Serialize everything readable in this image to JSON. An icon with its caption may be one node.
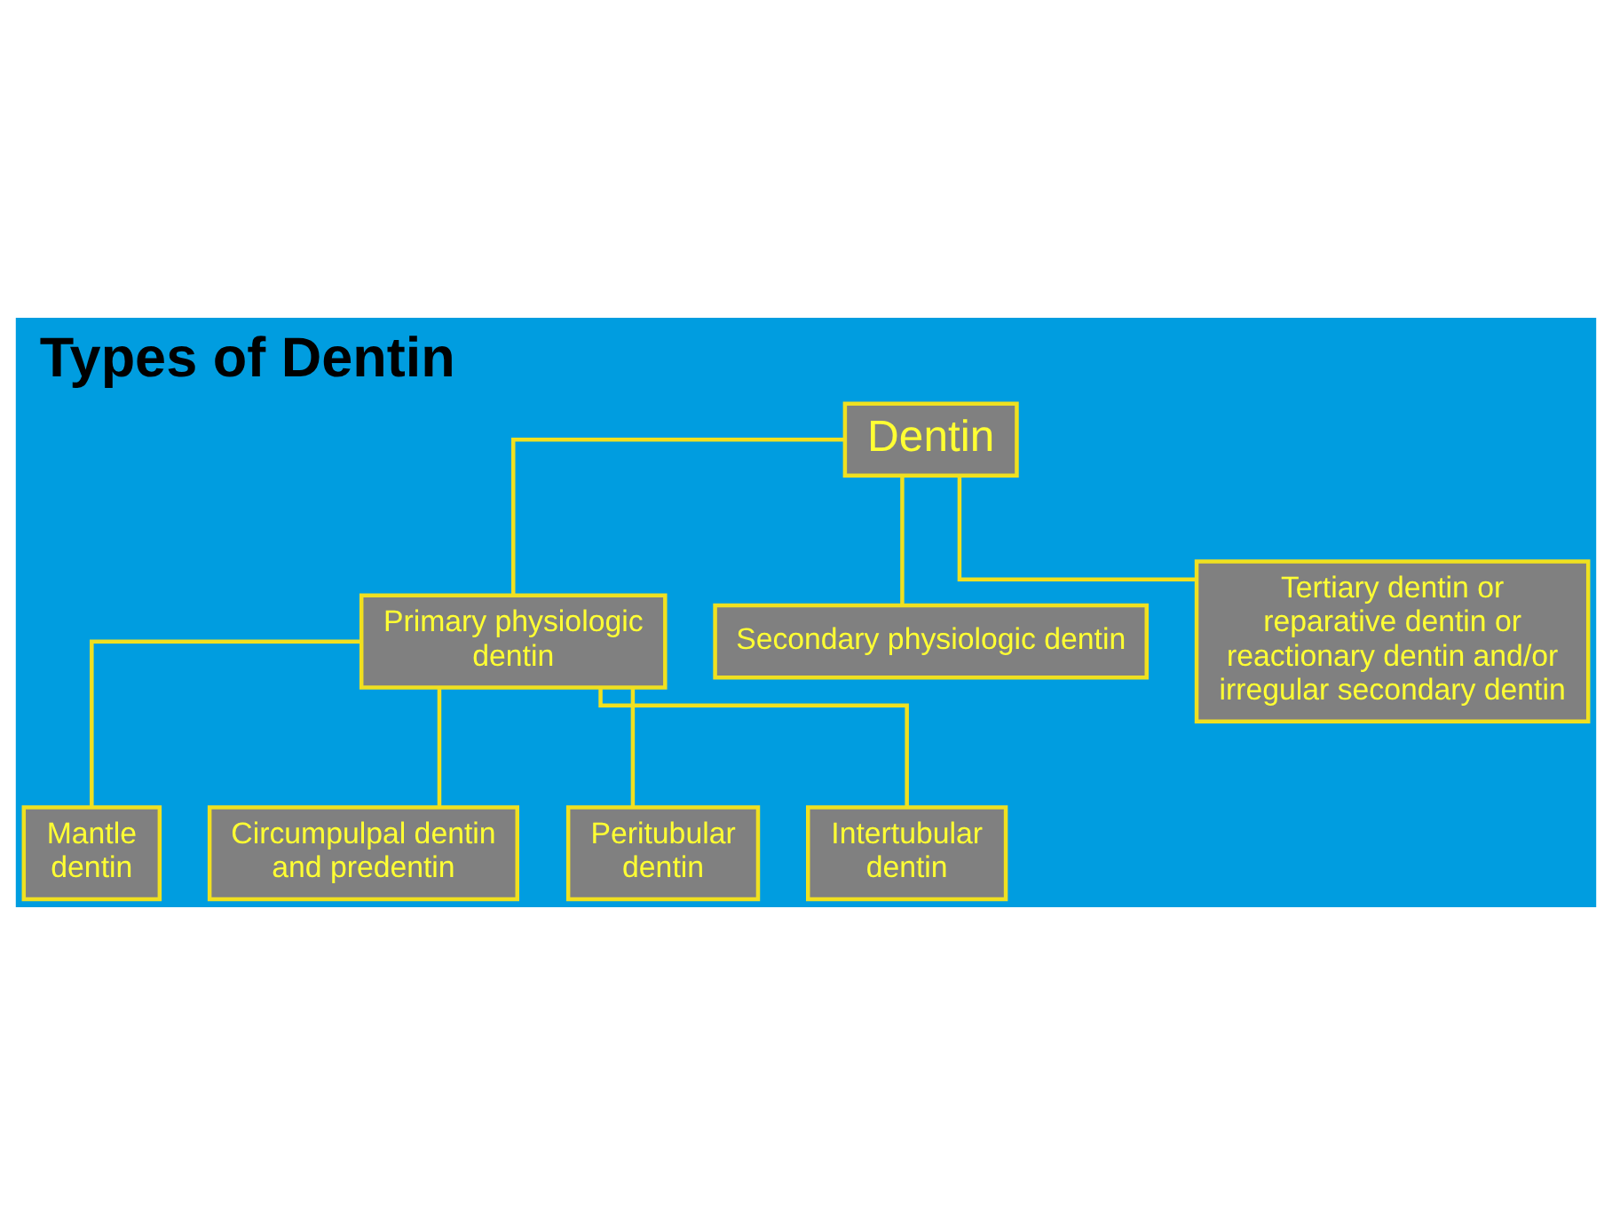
{
  "diagram": {
    "title": "Types of Dentin",
    "nodes": [
      {
        "text": [
          "Dentin"
        ]
      },
      {
        "text": [
          "Primary physiologic dentin"
        ]
      },
      {
        "text": [
          "Secondary physiologic dentin"
        ]
      },
      {
        "text": [
          "Tertiary dentin or reparative dentin or reactionary dentin and/or irregular secondary dentin"
        ]
      },
      {
        "text": [
          "Mantle dentin"
        ]
      },
      {
        "text": [
          "Circumpulpal dentin and predentin"
        ]
      },
      {
        "text": [
          "Peritubular dentin"
        ]
      },
      {
        "text": [
          "Intertubular dentin"
        ]
      }
    ],
    "edges": [
      {
        "from": 0,
        "to": 1,
        "arrow": "none"
      },
      {
        "from": 0,
        "to": 2,
        "arrow": "none"
      },
      {
        "from": 0,
        "to": 3,
        "arrow": "none"
      },
      {
        "from": 1,
        "to": 4,
        "arrow": "none"
      },
      {
        "from": 1,
        "to": 5,
        "arrow": "none"
      },
      {
        "from": 1,
        "to": 6,
        "arrow": "none"
      },
      {
        "from": 1,
        "to": 7,
        "arrow": "none"
      }
    ]
  }
}
